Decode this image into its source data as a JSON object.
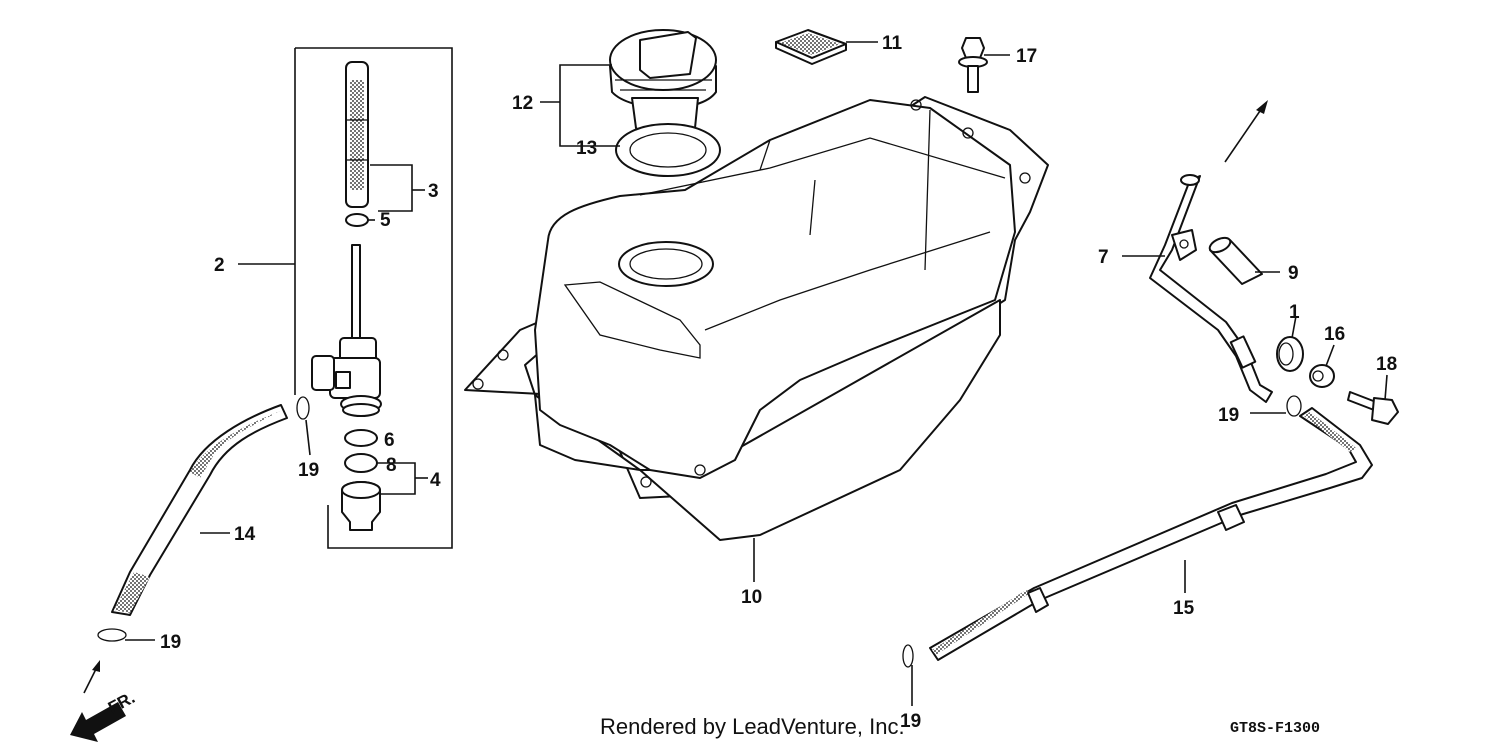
{
  "callouts": [
    {
      "id": "1",
      "text": "1"
    },
    {
      "id": "2",
      "text": "2"
    },
    {
      "id": "3",
      "text": "3"
    },
    {
      "id": "4",
      "text": "4"
    },
    {
      "id": "5",
      "text": "5"
    },
    {
      "id": "6",
      "text": "6"
    },
    {
      "id": "7",
      "text": "7"
    },
    {
      "id": "8",
      "text": "8"
    },
    {
      "id": "9",
      "text": "9"
    },
    {
      "id": "10",
      "text": "10"
    },
    {
      "id": "11",
      "text": "11"
    },
    {
      "id": "12",
      "text": "12"
    },
    {
      "id": "13",
      "text": "13"
    },
    {
      "id": "14",
      "text": "14"
    },
    {
      "id": "15",
      "text": "15"
    },
    {
      "id": "16",
      "text": "16"
    },
    {
      "id": "17",
      "text": "17"
    },
    {
      "id": "18",
      "text": "18"
    },
    {
      "id": "19a",
      "text": "19"
    },
    {
      "id": "19b",
      "text": "19"
    },
    {
      "id": "19c",
      "text": "19"
    },
    {
      "id": "19d",
      "text": "19"
    }
  ],
  "front_marker": "FR.",
  "credit": "Rendered by LeadVenture, Inc.",
  "diagram_code": "GT8S-F1300"
}
